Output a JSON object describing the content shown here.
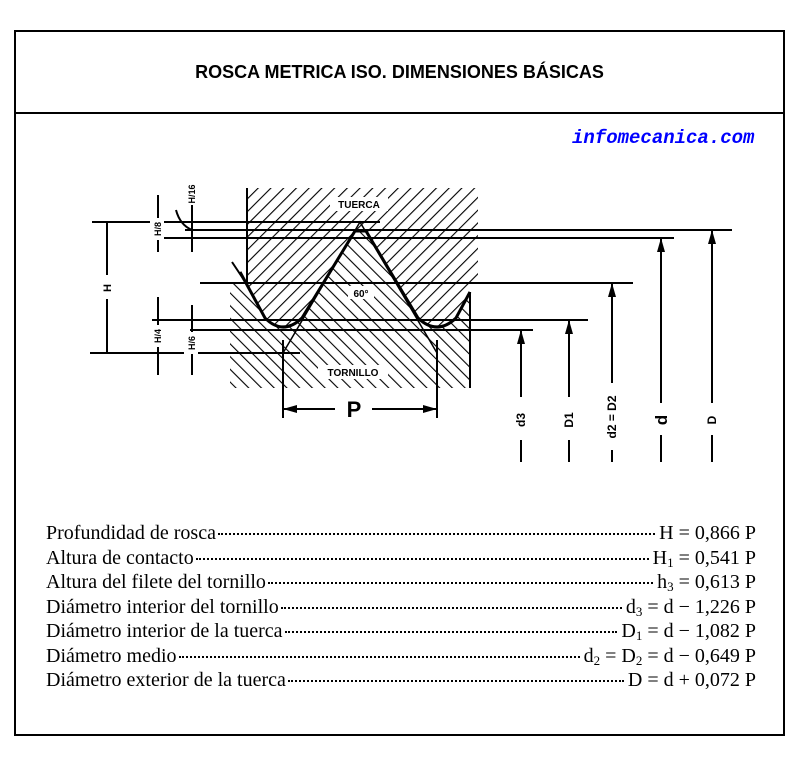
{
  "title": "ROSCA METRICA ISO. DIMENSIONES BÁSICAS",
  "brand": "infomecanica.com",
  "brand_color": "#0000ff",
  "diagram": {
    "nut_label": "TUERCA",
    "screw_label": "TORNILLO",
    "angle_label": "60°",
    "pitch_label": "P",
    "left_dims": {
      "H": "H",
      "H8": "H/8",
      "H16": "H/16",
      "H4": "H/4",
      "H6": "H/6"
    },
    "right_dims": [
      "d3",
      "D1",
      "d2 = D2",
      "d",
      "D"
    ]
  },
  "rows": [
    {
      "label": "Profundidad de rosca",
      "sym": "H",
      "sub": "",
      "mid": "",
      "sub2": "",
      "rest": " = 0,866 P"
    },
    {
      "label": "Altura de contacto",
      "sym": "H",
      "sub": "1",
      "mid": "",
      "sub2": "",
      "rest": " = 0,541 P"
    },
    {
      "label": "Altura del filete del tornillo",
      "sym": "h",
      "sub": "3",
      "mid": "",
      "sub2": "",
      "rest": " = 0,613 P"
    },
    {
      "label": "Diámetro interior del tornillo",
      "sym": "d",
      "sub": "3",
      "mid": "",
      "sub2": "",
      "rest": " = d − 1,226 P"
    },
    {
      "label": "Diámetro interior de la tuerca",
      "sym": "D",
      "sub": "1",
      "mid": "",
      "sub2": "",
      "rest": " = d − 1,082 P"
    },
    {
      "label": "Diámetro medio",
      "sym": "d",
      "sub": "2",
      "mid": " = D",
      "sub2": "2",
      "rest": " = d − 0,649 P"
    },
    {
      "label": "Diámetro exterior de la tuerca",
      "sym": "D",
      "sub": "",
      "mid": "",
      "sub2": "",
      "rest": " = d + 0,072 P"
    }
  ]
}
